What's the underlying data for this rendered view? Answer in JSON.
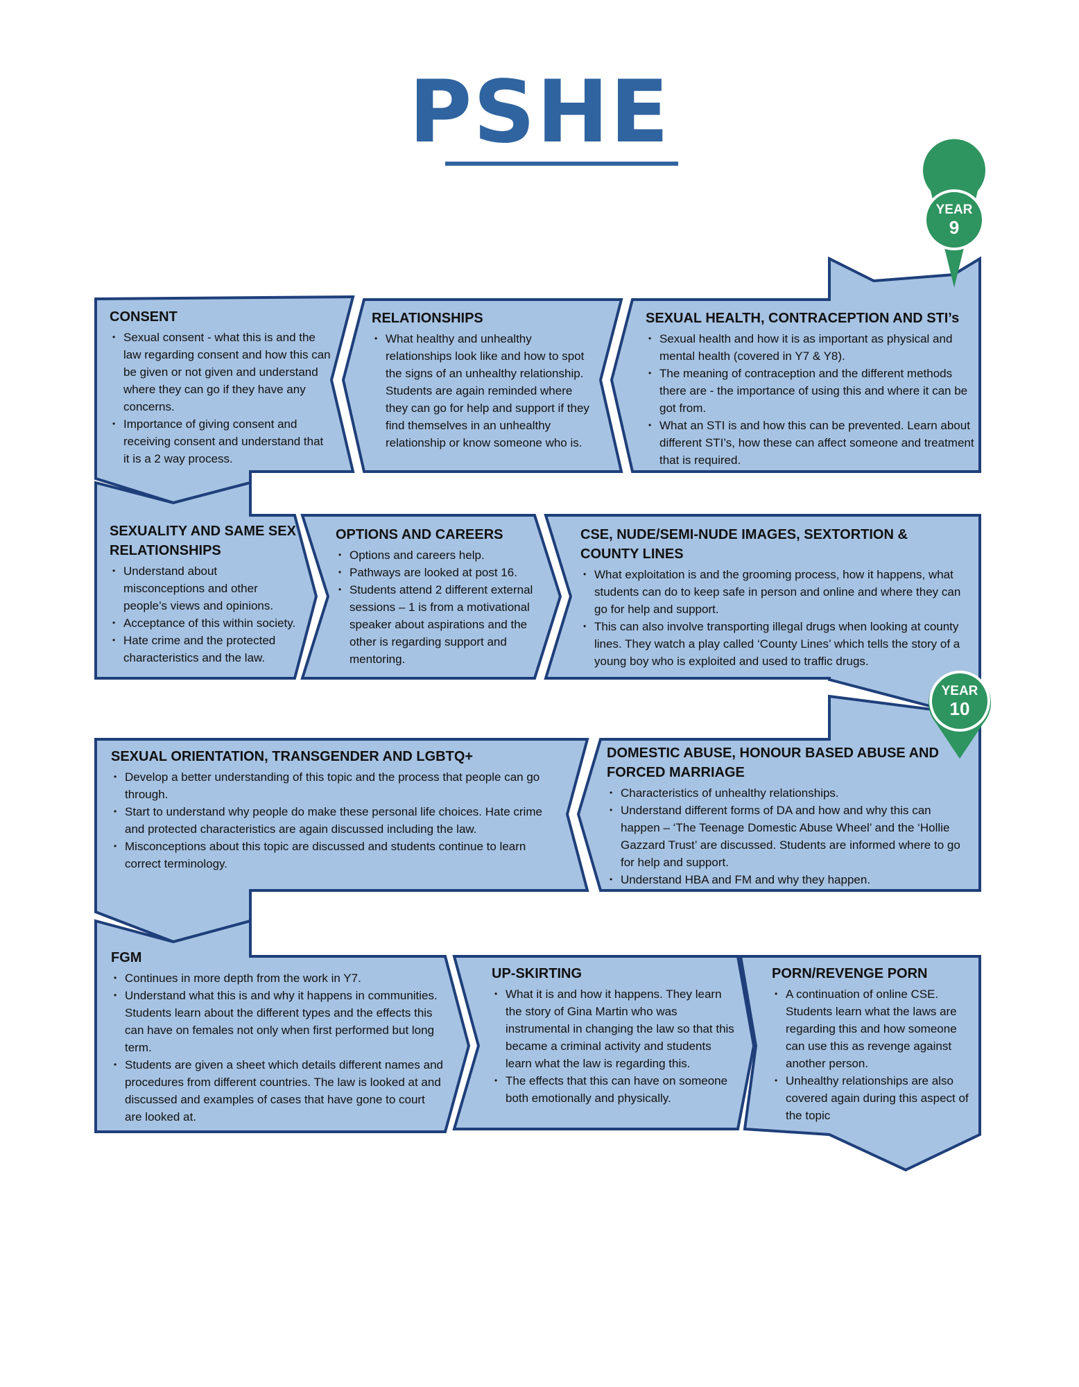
{
  "title": "PSHE",
  "markers": [
    {
      "line1": "YEAR",
      "line2": "9"
    },
    {
      "line1": "YEAR",
      "line2": "10"
    }
  ],
  "topics": [
    {
      "heading": "CONSENT",
      "bullets": [
        "Sexual consent - what this is and the law regarding consent and how this can be given or not given and understand where they can go if they have any concerns.",
        "Importance of giving consent and receiving consent and understand that it is a 2 way process."
      ]
    },
    {
      "heading": "RELATIONSHIPS",
      "bullets": [
        "What healthy and unhealthy relationships look like and how to spot the signs of an unhealthy relationship. Students are again reminded where they can go for help and support if they find themselves in an unhealthy relationship or know someone who is."
      ]
    },
    {
      "heading": "SEXUAL HEALTH, CONTRACEPTION AND STI’s",
      "bullets": [
        "Sexual health and how it is as important as physical and mental health (covered in Y7 & Y8).",
        "The meaning of contraception and the different methods there are - the importance of using this and where it can be got from.",
        "What an STI is and how this can be prevented. Learn about different STI’s, how these can affect someone and treatment that is required."
      ]
    },
    {
      "heading": "SEXUALITY AND SAME SEX RELATIONSHIPS",
      "bullets": [
        "Understand about misconceptions and other people’s views and opinions.",
        "Acceptance of this within society.",
        "Hate crime and the protected characteristics and the law."
      ]
    },
    {
      "heading": "OPTIONS AND CAREERS",
      "bullets": [
        "Options and careers help.",
        "Pathways are looked at post 16.",
        "Students attend 2 different external sessions – 1 is from a motivational speaker about aspirations and the other is regarding support and mentoring."
      ]
    },
    {
      "heading": "CSE, NUDE/SEMI-NUDE IMAGES, SEXTORTION & COUNTY LINES",
      "bullets": [
        "What exploitation is and the grooming process, how it happens, what students can do to keep safe in person and online and where they can go for help and support.",
        "This can also involve transporting illegal drugs when looking at county lines. They watch a play called ‘County Lines’ which tells the story of a young boy who is exploited and used to traffic drugs."
      ]
    },
    {
      "heading": "SEXUAL ORIENTATION, TRANSGENDER AND LGBTQ+",
      "bullets": [
        "Develop a better understanding of this topic and the process that people can go through.",
        "Start to understand why people do make these personal life choices. Hate crime and protected characteristics are again discussed including the law.",
        "Misconceptions about this topic are discussed and students continue to learn correct terminology."
      ]
    },
    {
      "heading": "DOMESTIC ABUSE, HONOUR BASED ABUSE AND FORCED MARRIAGE",
      "bullets": [
        "Characteristics of unhealthy relationships.",
        "Understand different forms of DA and how and why this can happen – ‘The Teenage Domestic Abuse Wheel’ and the ‘Hollie Gazzard Trust’ are discussed. Students are informed where to go for help and support.",
        "Understand HBA and FM and why they happen."
      ]
    },
    {
      "heading": "FGM",
      "bullets": [
        "Continues in more depth from the work in Y7.",
        "Understand what this is and why it happens in communities. Students learn about the different types and the effects this can have on females not only when first performed but long term.",
        "Students are given a sheet which details different names and procedures from different countries. The law is looked at and discussed and examples of cases that have gone to court are looked at."
      ]
    },
    {
      "heading": "UP-SKIRTING",
      "bullets": [
        "What it is and how it happens. They learn the story of Gina Martin who was instrumental in changing the law so that this became a criminal activity and students learn what the law is regarding this.",
        "The effects that this can have on someone both emotionally and physically."
      ]
    },
    {
      "heading": "PORN/REVENGE PORN",
      "bullets": [
        "A continuation of online CSE. Students learn what the laws are regarding this and how someone can use this as revenge against another person.",
        "Unhealthy relationships are also covered again during this aspect of the topic"
      ]
    }
  ],
  "colors": {
    "box_fill": "#a7c3e3",
    "box_stroke": "#1e3f7a",
    "title": "#3064a0",
    "marker": "#2e9460"
  }
}
